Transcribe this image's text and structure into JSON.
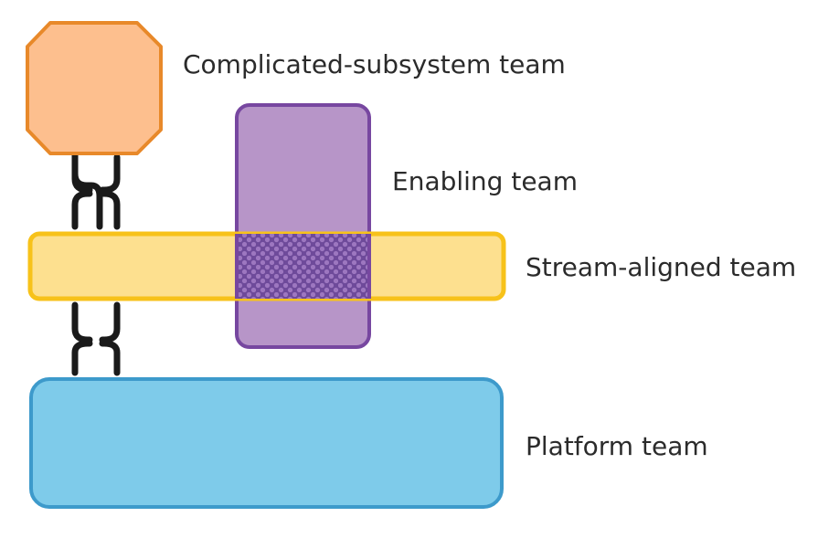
{
  "diagram": {
    "labels": {
      "complicated_subsystem": "Complicated-subsystem team",
      "enabling": "Enabling team",
      "stream_aligned": "Stream-aligned team",
      "platform": "Platform team"
    }
  },
  "colors": {
    "complicated_fill": "#fdbf8e",
    "complicated_stroke": "#e8892a",
    "enabling_fill": "#b795c8",
    "enabling_stroke": "#7747a0",
    "stream_fill": "#fde08f",
    "stream_stroke": "#f7c21a",
    "platform_fill": "#7ecbea",
    "platform_stroke": "#3d9acb",
    "overlap_fill": "#6e4a9a",
    "overlap_dots": "#9d77c0",
    "connector": "#1a1a1a",
    "text": "#2b2b2b"
  },
  "icons": {
    "connector_upper": "interaction-link-icon",
    "connector_lower": "interaction-link-icon"
  }
}
